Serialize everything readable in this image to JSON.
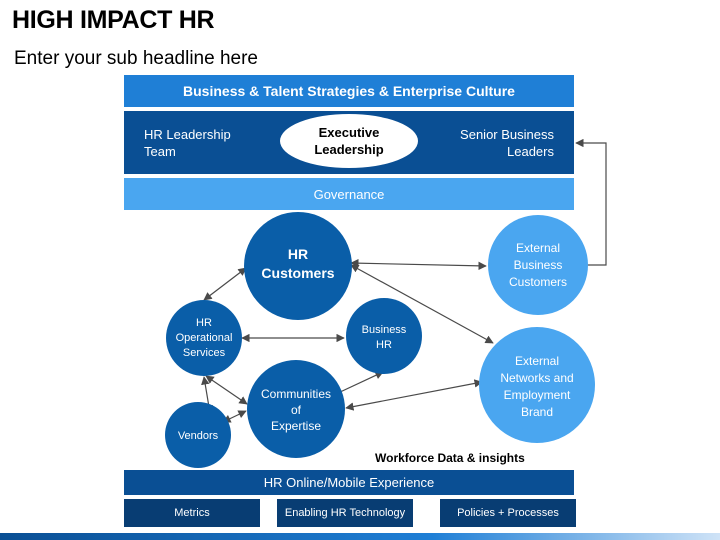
{
  "header": {
    "title": "HIGH IMPACT HR",
    "subtitle": "Enter your sub headline here"
  },
  "top_bar": {
    "label": "Business & Talent Strategies & Enterprise Culture"
  },
  "leadership": {
    "left": [
      "HR Leadership",
      "Team"
    ],
    "center": [
      "Executive",
      "Leadership"
    ],
    "right": [
      "Senior Business",
      "Leaders"
    ]
  },
  "governance": {
    "label": "Governance"
  },
  "nodes": {
    "hr_customers": [
      "HR",
      "Customers"
    ],
    "hr_operational": [
      "HR",
      "Operational",
      "Services"
    ],
    "business_hr": [
      "Business",
      "HR"
    ],
    "communities": [
      "Communities",
      "of",
      "Expertise"
    ],
    "vendors": [
      "Vendors"
    ],
    "external_business": [
      "External",
      "Business",
      "Customers"
    ],
    "external_networks": [
      "External",
      "Networks and",
      "Employment",
      "Brand"
    ]
  },
  "workforce_label": "Workforce Data & insights",
  "online_bar": {
    "label": "HR Online/Mobile Experience"
  },
  "bottom_boxes": [
    "Metrics",
    "Enabling HR Technology",
    "Policies + Processes"
  ],
  "colors": {
    "dark_blue": "#0a4f94",
    "mid_blue": "#1f7fd6",
    "light_blue": "#4aa6f0",
    "darkest_blue": "#083d73"
  }
}
